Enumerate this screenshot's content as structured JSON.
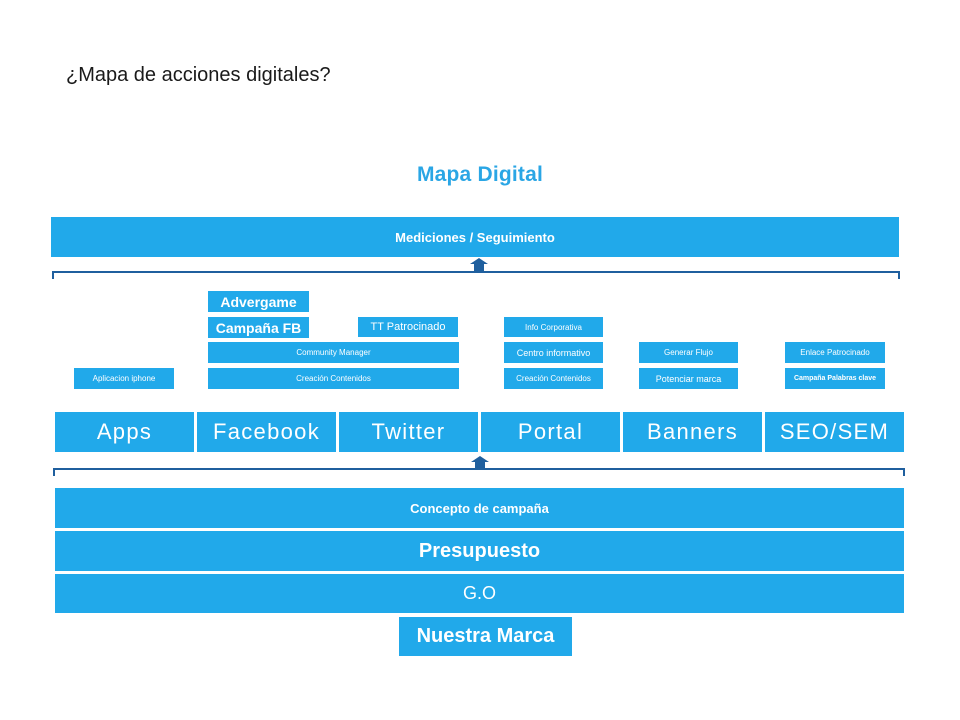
{
  "slide": {
    "title": "¿Mapa de acciones digitales?"
  },
  "diagram": {
    "title": "Mapa Digital",
    "top_bar": "Mediciones / Seguimiento",
    "tactics": {
      "advergame": "Advergame",
      "campana_fb": "Campaña FB",
      "tt_patrocinado": "TT Patrocinado",
      "community_manager": "Community Manager",
      "creacion_contenidos_fb": "Creación Contenidos",
      "aplicacion_iphone": "Aplicacion iphone",
      "info_corporativa": "Info Corporativa",
      "centro_informativo": "Centro informativo",
      "creacion_contenidos_portal": "Creación Contenidos",
      "generar_flujo": "Generar Flujo",
      "potenciar_marca": "Potenciar marca",
      "enlace_patrocinado": "Enlace Patrocinado",
      "campana_palabras_clave": "Campaña Palabras clave"
    },
    "channels": [
      "Apps",
      "Facebook",
      "Twitter",
      "Portal",
      "Banners",
      "SEO/SEM"
    ],
    "foundation": {
      "concepto": "Concepto de campaña",
      "presupuesto": "Presupuesto",
      "go": "G.O",
      "marca": "Nuestra Marca"
    },
    "colors": {
      "box": "#21a9ea",
      "title": "#2aa6e5",
      "bracket": "#1f5f9e"
    }
  }
}
